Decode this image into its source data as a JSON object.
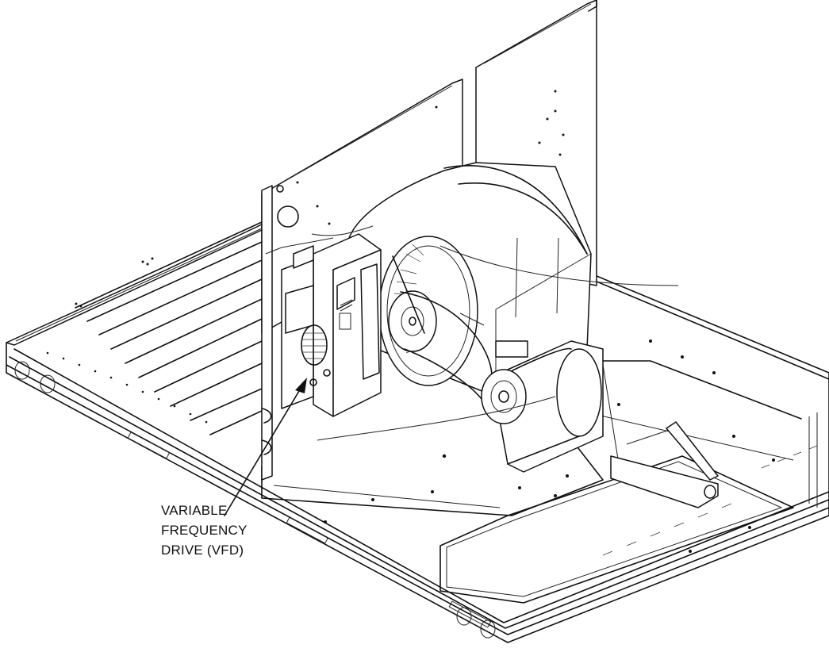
{
  "callout": {
    "lines": [
      "VARIABLE",
      "FREQUENCY",
      "DRIVE (VFD)"
    ]
  },
  "icons": {
    "arrowhead": "leader-arrow"
  }
}
